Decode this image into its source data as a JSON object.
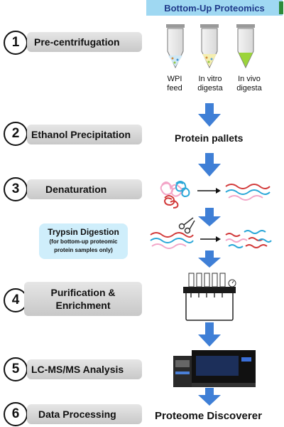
{
  "banner": {
    "title": "Bottom-Up Proteomics"
  },
  "steps": [
    {
      "num": "1",
      "label": "Pre-centrifugation"
    },
    {
      "num": "2",
      "label": "Ethanol Precipitation"
    },
    {
      "num": "3",
      "label": "Denaturation"
    },
    {
      "num": "4",
      "label": "Purification &",
      "label2": "Enrichment"
    },
    {
      "num": "5",
      "label": "LC-MS/MS Analysis"
    },
    {
      "num": "6",
      "label": "Data Processing"
    }
  ],
  "tubes": [
    {
      "line1": "WPI",
      "line2": "feed"
    },
    {
      "line1": "In vitro",
      "line2": "digesta"
    },
    {
      "line1": "In vivo",
      "line2": "digesta"
    }
  ],
  "pellets_label": "Protein pallets",
  "trypsin": {
    "title": "Trypsin Digestion",
    "note1": "(for bottom-up proteomic",
    "note2": "protein samples only)"
  },
  "software_label": "Proteome Discoverer",
  "colors": {
    "banner": "#9fd8f2",
    "arrow": "#3f7fd6",
    "step_box": "#d4d4d4",
    "trypsin_box": "#cfeefb",
    "pink": "#f3a6c8",
    "blue": "#2aa7d8",
    "red": "#d23a3a"
  }
}
